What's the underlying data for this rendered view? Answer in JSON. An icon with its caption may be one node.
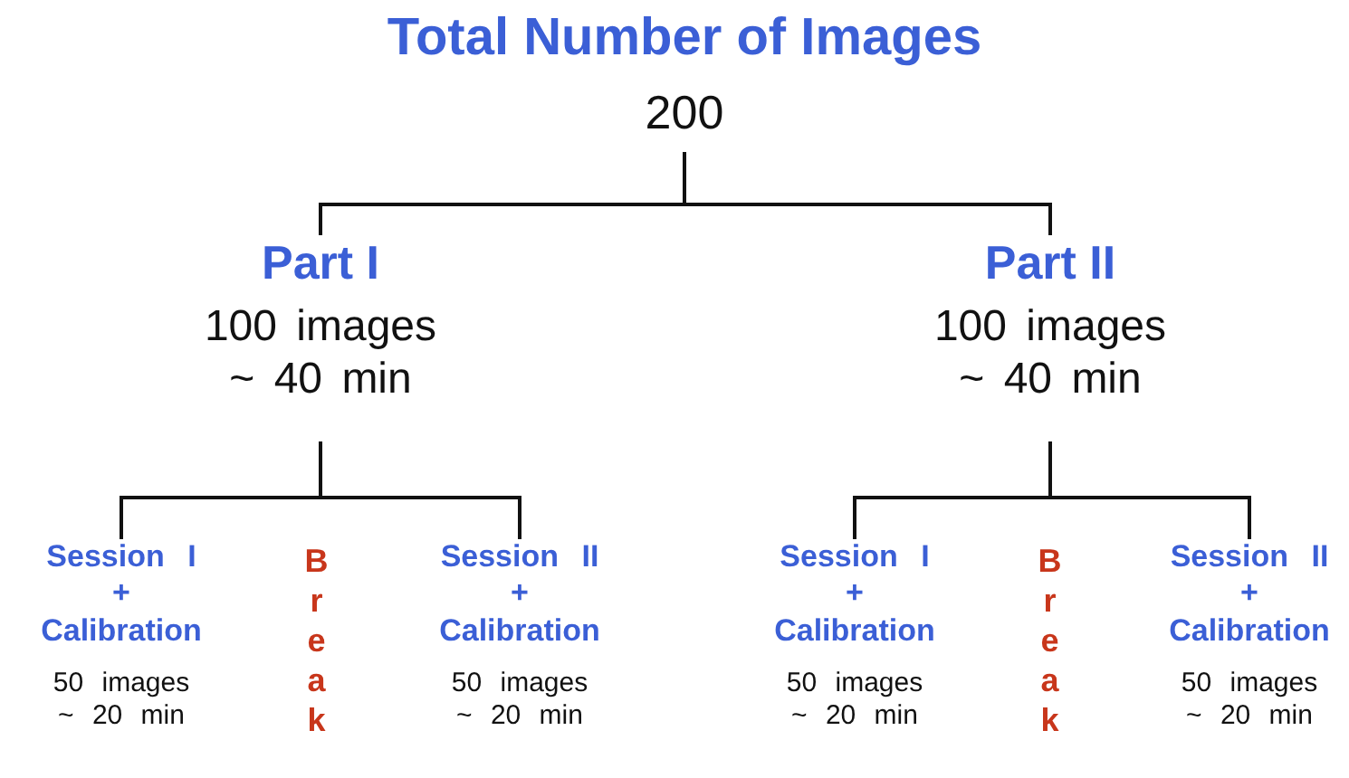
{
  "diagram": {
    "nodes": [
      {
        "text": [
          "Total Number of Images",
          "200"
        ]
      },
      {
        "text": [
          "Part I",
          "100 images ~ 40 min"
        ]
      },
      {
        "text": [
          "Part II",
          "100 images ~ 40 min"
        ]
      },
      {
        "text": [
          "Session I + Calibration",
          "50 images ~ 20 min"
        ]
      },
      {
        "text": [
          "Session II + Calibration",
          "50 images ~ 20 min"
        ]
      },
      {
        "text": [
          "Session I + Calibration",
          "50 images ~ 20 min"
        ]
      },
      {
        "text": [
          "Session II + Calibration",
          "50 images ~ 20 min"
        ]
      }
    ],
    "edges": [
      {
        "from": 0,
        "to": 1,
        "arrow": "none"
      },
      {
        "from": 0,
        "to": 2,
        "arrow": "none"
      },
      {
        "from": 1,
        "to": 3,
        "arrow": "none"
      },
      {
        "from": 1,
        "to": 4,
        "arrow": "none"
      },
      {
        "from": 2,
        "to": 5,
        "arrow": "none"
      },
      {
        "from": 2,
        "to": 6,
        "arrow": "none"
      }
    ],
    "labels": [
      "Break",
      "Break"
    ]
  }
}
